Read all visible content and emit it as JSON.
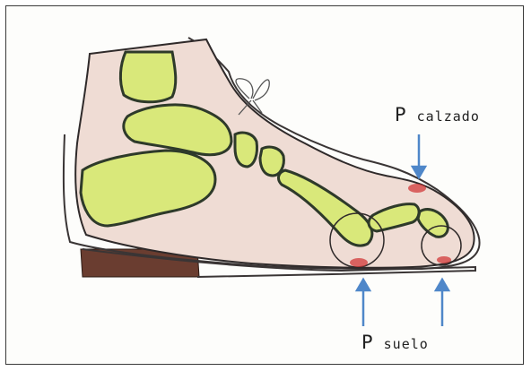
{
  "labels": {
    "calzado": {
      "letter": "P",
      "word": "calzado"
    },
    "suelo": {
      "letter": "P",
      "word": "suelo"
    }
  },
  "colors": {
    "bone": "#d9e87a",
    "bone_outline": "#2e3a2a",
    "foot_skin": "#efdcd4",
    "shoe_line": "#3a3535",
    "heel": "#6a3d30",
    "arrow": "#4f87c9",
    "pressure": "#d23a3a"
  }
}
